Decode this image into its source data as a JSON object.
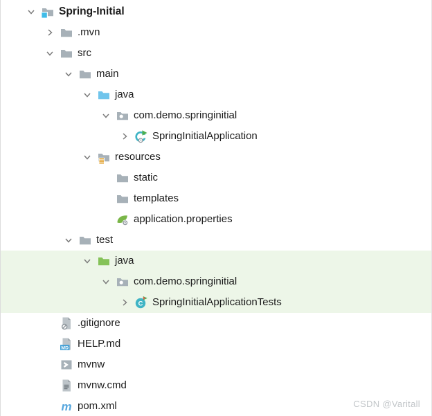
{
  "tree": {
    "rows": [
      {
        "label": "Spring-Initial",
        "depth": 0,
        "chevron": "expanded",
        "icon": "project-root-folder",
        "bold": true,
        "highlighted": false
      },
      {
        "label": ".mvn",
        "depth": 1,
        "chevron": "collapsed",
        "icon": "folder",
        "bold": false,
        "highlighted": false
      },
      {
        "label": "src",
        "depth": 1,
        "chevron": "expanded",
        "icon": "folder",
        "bold": false,
        "highlighted": false
      },
      {
        "label": "main",
        "depth": 2,
        "chevron": "expanded",
        "icon": "folder",
        "bold": false,
        "highlighted": false
      },
      {
        "label": "java",
        "depth": 3,
        "chevron": "expanded",
        "icon": "sources-folder",
        "bold": false,
        "highlighted": false
      },
      {
        "label": "com.demo.springinitial",
        "depth": 4,
        "chevron": "expanded",
        "icon": "package",
        "bold": false,
        "highlighted": false
      },
      {
        "label": "SpringInitialApplication",
        "depth": 5,
        "chevron": "collapsed",
        "icon": "springboot-class",
        "bold": false,
        "highlighted": false
      },
      {
        "label": "resources",
        "depth": 3,
        "chevron": "expanded",
        "icon": "resources-folder",
        "bold": false,
        "highlighted": false
      },
      {
        "label": "static",
        "depth": 4,
        "chevron": "none",
        "icon": "folder",
        "bold": false,
        "highlighted": false
      },
      {
        "label": "templates",
        "depth": 4,
        "chevron": "none",
        "icon": "folder",
        "bold": false,
        "highlighted": false
      },
      {
        "label": "application.properties",
        "depth": 4,
        "chevron": "none",
        "icon": "spring-properties",
        "bold": false,
        "highlighted": false
      },
      {
        "label": "test",
        "depth": 2,
        "chevron": "expanded",
        "icon": "folder",
        "bold": false,
        "highlighted": false
      },
      {
        "label": "java",
        "depth": 3,
        "chevron": "expanded",
        "icon": "test-sources-folder",
        "bold": false,
        "highlighted": true
      },
      {
        "label": "com.demo.springinitial",
        "depth": 4,
        "chevron": "expanded",
        "icon": "package",
        "bold": false,
        "highlighted": true
      },
      {
        "label": "SpringInitialApplicationTests",
        "depth": 5,
        "chevron": "collapsed",
        "icon": "test-class",
        "bold": false,
        "highlighted": true
      },
      {
        "label": ".gitignore",
        "depth": 1,
        "chevron": "none",
        "icon": "ignored-file",
        "bold": false,
        "highlighted": false
      },
      {
        "label": "HELP.md",
        "depth": 1,
        "chevron": "none",
        "icon": "markdown-file",
        "bold": false,
        "highlighted": false
      },
      {
        "label": "mvnw",
        "depth": 1,
        "chevron": "none",
        "icon": "shell-file",
        "bold": false,
        "highlighted": false
      },
      {
        "label": "mvnw.cmd",
        "depth": 1,
        "chevron": "none",
        "icon": "text-file",
        "bold": false,
        "highlighted": false
      },
      {
        "label": "pom.xml",
        "depth": 1,
        "chevron": "none",
        "icon": "maven-file",
        "bold": false,
        "highlighted": false
      }
    ]
  },
  "watermark": {
    "text": "CSDN @Varitall"
  },
  "colors": {
    "highlight_row": "#edf6e8",
    "folder_gray": "#a7b1b8",
    "folder_blue": "#70c5ec",
    "folder_green": "#85c258",
    "project_badge_blue": "#40bce8",
    "resources_amber": "#e3a536",
    "spring_green": "#7ab648",
    "class_teal": "#3fb4c5",
    "run_green": "#4caf50",
    "test_red": "#e25b4e",
    "maven_blue": "#57a7de",
    "md_badge_blue": "#42a0d6",
    "file_gray": "#bdc4c9",
    "file_fold_gray": "#99a1a7",
    "badge_gray": "#8d959b",
    "chevron_gray": "#7a7a7a",
    "text_color": "#1c1c1c",
    "watermark_gray": "#c1c5c8"
  }
}
